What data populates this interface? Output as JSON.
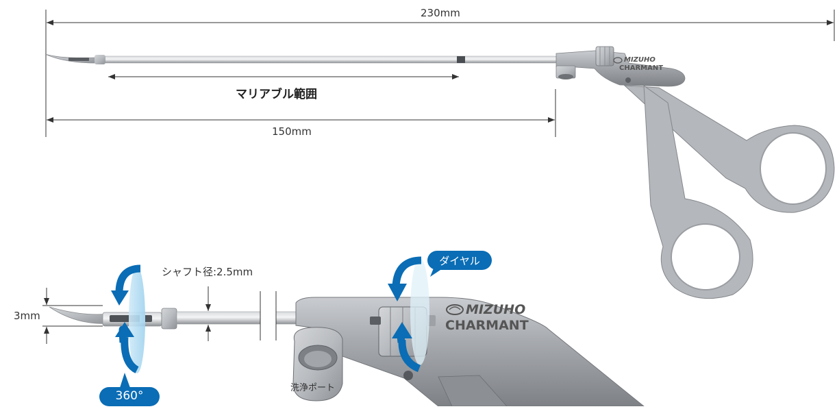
{
  "dimensions": {
    "total_length": "230mm",
    "shaft_length": "150mm",
    "malleable_range": "マリアブル範囲",
    "tip_height": "3mm",
    "shaft_diameter": "シャフト径:2.5mm"
  },
  "callouts": {
    "rotation": "360°",
    "dial": "ダイヤル",
    "irrigation_port": "洗浄ポート"
  },
  "brand": {
    "name_top": "MIZUHO",
    "name_bottom": "CHARMANT"
  },
  "colors": {
    "accent_blue": "#0a6db5",
    "light_blue": "#bfe3f5",
    "steel": "#a9acb0",
    "steel_dark": "#7d8085",
    "steel_light": "#e3e5e7",
    "line": "#333333"
  }
}
